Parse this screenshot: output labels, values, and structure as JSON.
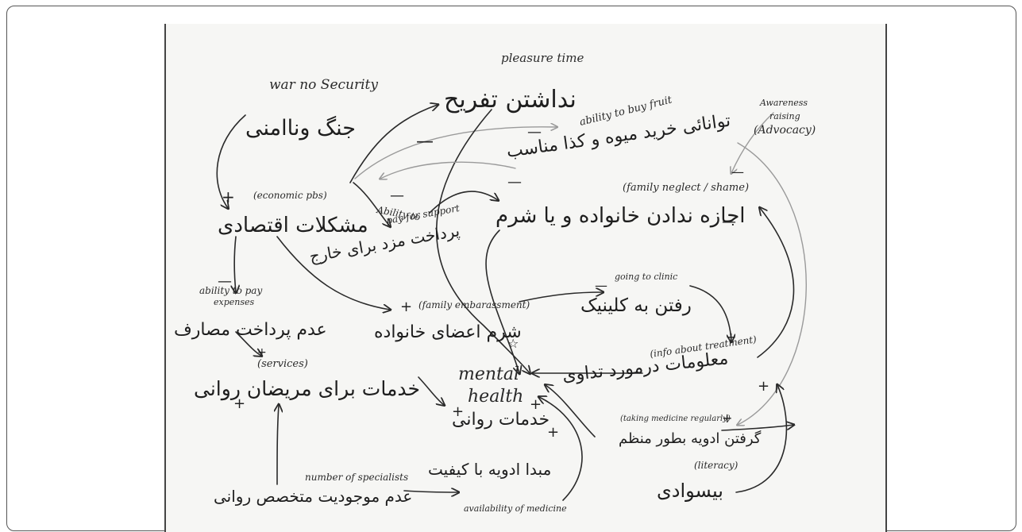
{
  "nodes": {
    "war": {
      "fa": "جنگ وناامنی",
      "en": "war no Security"
    },
    "pleasure": {
      "fa": "نداشتن تفریح",
      "en": "pleasure time"
    },
    "fruit": {
      "fa": "توانائی خرید میوه و کذا مناسب",
      "en": "ability to buy fruit"
    },
    "advocacy": {
      "en1": "Awareness",
      "en2": "raising",
      "en3": "(Advocacy)"
    },
    "economic": {
      "fa": "مشکلات اقتصادی",
      "en": "(economic pbs)"
    },
    "support": {
      "fa": "پرداخت مزد برای خارج",
      "en1": "Ability to",
      "en2": "pay for support"
    },
    "stigma": {
      "fa": "اجازه ندادن خانواده و یا شرم",
      "en": "(family neglect / shame)"
    },
    "expenses": {
      "fa": "عدم پرداخت مصارف",
      "en1": "ability to pay",
      "en2": "expenses"
    },
    "embarrass": {
      "fa": "شرم اعضای خانواده",
      "en": "(family embarassment)"
    },
    "clinic": {
      "fa": "رفتن به کلینیک",
      "en": "going to clinic"
    },
    "services": {
      "fa": "خدمات برای مریضان روانی",
      "en": "(services)"
    },
    "mental": {
      "en1": "mental",
      "en2": "health",
      "fa": "خدمات روانی"
    },
    "info": {
      "fa": "معلومات درمورد تداوی",
      "en": "(info about treatment)"
    },
    "meds": {
      "fa": "گرفتن ادویه بطور منظم",
      "en": "(taking medicine regularly)"
    },
    "literacy": {
      "fa": "بیسوادی",
      "en": "(literacy)"
    },
    "availability": {
      "fa": "مبدا ادویه با کیفیت",
      "en": "availability of medicine"
    },
    "specialists": {
      "fa": "عدم موجودیت متخصص روانی",
      "en": "number of specialists"
    }
  },
  "signs": {
    "plus": "+",
    "minus": "—",
    "star": "☆"
  },
  "colors": {
    "ink": "#1e1e1e",
    "pencil": "#9a9a9a",
    "paper": "#f6f6f4"
  }
}
